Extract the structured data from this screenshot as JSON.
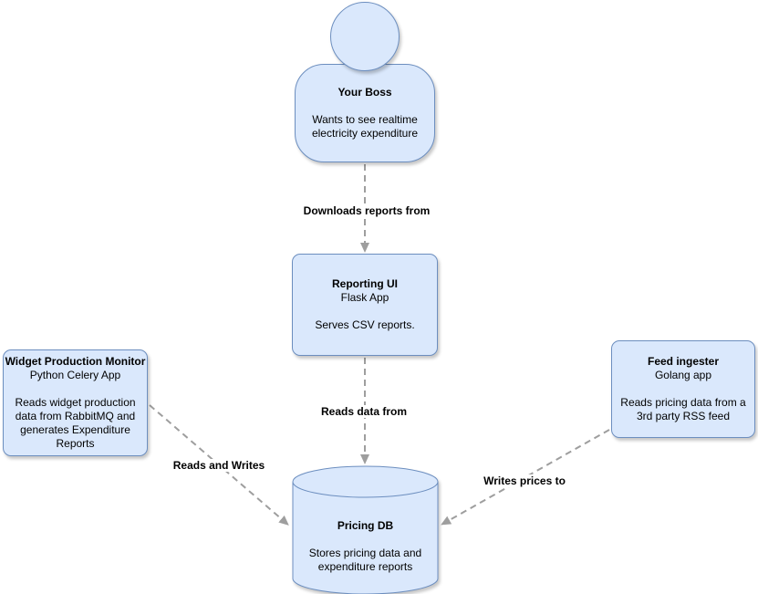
{
  "diagram": {
    "nodes": {
      "boss": {
        "title": "Your Boss",
        "line1": "Wants to see realtime",
        "line2": "electricity expenditure"
      },
      "reporting_ui": {
        "title": "Reporting UI",
        "subtitle": "Flask App",
        "line1": "Serves CSV reports."
      },
      "widget_monitor": {
        "title": "Widget Production Monitor",
        "subtitle": "Python Celery App",
        "line1": "Reads widget production",
        "line2": "data from RabbitMQ and",
        "line3": "generates Expenditure",
        "line4": "Reports"
      },
      "feed_ingester": {
        "title": "Feed ingester",
        "subtitle": "Golang app",
        "line1": "Reads pricing data from a",
        "line2": "3rd party RSS feed"
      },
      "pricing_db": {
        "title": "Pricing DB",
        "line1": "Stores pricing data and",
        "line2": "expenditure reports"
      }
    },
    "edges": {
      "boss_to_reporting": {
        "label": "Downloads reports from"
      },
      "reporting_to_db": {
        "label": "Reads data from"
      },
      "widget_to_db": {
        "label": "Reads and Writes"
      },
      "feed_to_db": {
        "label": "Writes prices to"
      }
    },
    "colors": {
      "node_fill": "#dae8fc",
      "node_stroke": "#6c8ebf",
      "edge_stroke": "#9e9e9e",
      "text": "#000000",
      "background": "#ffffff"
    }
  }
}
